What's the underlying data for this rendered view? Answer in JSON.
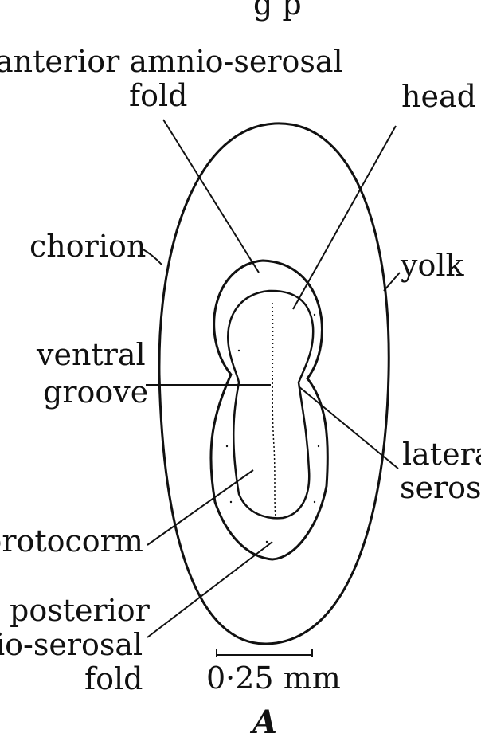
{
  "labels": {
    "heading_fragment": "g  p",
    "anterior_fold_line1": "anterior amnio-serosal",
    "anterior_fold_line2": "fold",
    "head": "head",
    "chorion": "chorion",
    "yolk": "yolk",
    "ventral_groove_line1": "ventral",
    "ventral_groove_line2": "groove",
    "lateral_line1": "latera",
    "lateral_line2": "serosa",
    "protocorm": "protocorm",
    "posterior_fold_line1": "posterior",
    "posterior_fold_line2": "io-serosal",
    "posterior_fold_line3": "fold",
    "scale_bar": "0·25 mm",
    "panel_letter": "A"
  },
  "colors": {
    "ink": "#111111",
    "background": "#ffffff"
  }
}
